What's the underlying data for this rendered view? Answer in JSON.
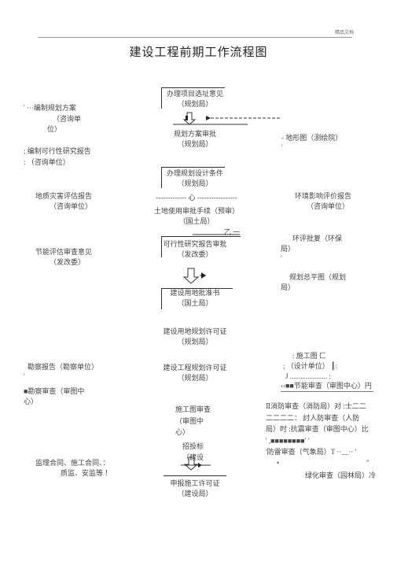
{
  "header": {
    "doc_label": "精品文档"
  },
  "title": "建设工程前期工作流程图",
  "left": {
    "plan_design": "' ···编制规划方案",
    "plan_design_unit_a": "（咨询单",
    "plan_design_unit_b": "位）",
    "feasibility": "; 编制可行性研究报告",
    "feasibility_unit": ":    （咨询单位）",
    "geo_hazard": "地质灾害评估报告",
    "geo_hazard_unit": "（咨询单位）",
    "energy": "节能评估审查意见",
    "energy_unit": "（发改委）",
    "survey": "勘察报告（勘察单位）",
    "survey_mark": "'",
    "survey_review_a": "■勘察审查（审图中",
    "survey_review_b": "心）",
    "supervision_a": "监理合同、施工合同、：",
    "supervision_b": "质监、安监等 ！"
  },
  "center": {
    "site_opinion": "办理项目选址意见",
    "site_opinion_org": "（规划局）",
    "plan_approval": "规划方案审批",
    "plan_approval_org": "（规划局）",
    "design_conditions": "办理规划设计条件",
    "design_conditions_org": "（规划局）",
    "dash_line": "------------- 心 -----------------",
    "land_use": "土地使用审批手续（预审）",
    "land_use_org": "（国土局）",
    "mark_yi": "乙 一",
    "feasibility_approval": "可行性研究报告审批",
    "feasibility_approval_org": "（发改委）",
    "land_approval": "建设用地批准书",
    "land_approval_org": "（国土局）",
    "land_permit": "建设用地规划许可证",
    "land_permit_org": "（规划局）",
    "project_permit": "建设工程规划许可证",
    "project_permit_org": "（规划局）",
    "drawing_review_a": "施工图审查",
    "drawing_review_b": "（审图中",
    "drawing_review_c": "心）",
    "bidding_a": "招投标",
    "bidding_b": "（建设",
    "construction_permit": "申报施工许可证",
    "construction_permit_org": "（建设局）"
  },
  "right": {
    "topo": "- 地形图（测绘院）",
    "topo_mark": "'",
    "env_report": "环境影响评价报告",
    "env_report_unit": "（咨询单位）",
    "env_approval_a": "环评批复（环保",
    "env_approval_b": "局）",
    "env_mark": "'",
    "master_plan_a": "规划总平图（规划",
    "master_plan_b": "局）",
    "cd_a": ":           施工图    匚",
    "cd_b": ";      （设计单位）    ┃:",
    "cd_c": "J .....................     :",
    "energy_review": "‹‹■■节能审查（审图中心）円",
    "fire_review": "Ⅱ消防审查（消防局）对 :士二二",
    "civil_def": "二二二二：  討人防审查（人防",
    "seismic": "局）时 :抗震审查（审图中心）比",
    "dots_line": "' ,■■■■■■■■'                 '",
    "lightning": "'防雷审查（气象局）T ··__··  '",
    "bullet_dot": "•",
    "bullet_end": "\"",
    "greening": "绿化审查（园林局）冷"
  }
}
